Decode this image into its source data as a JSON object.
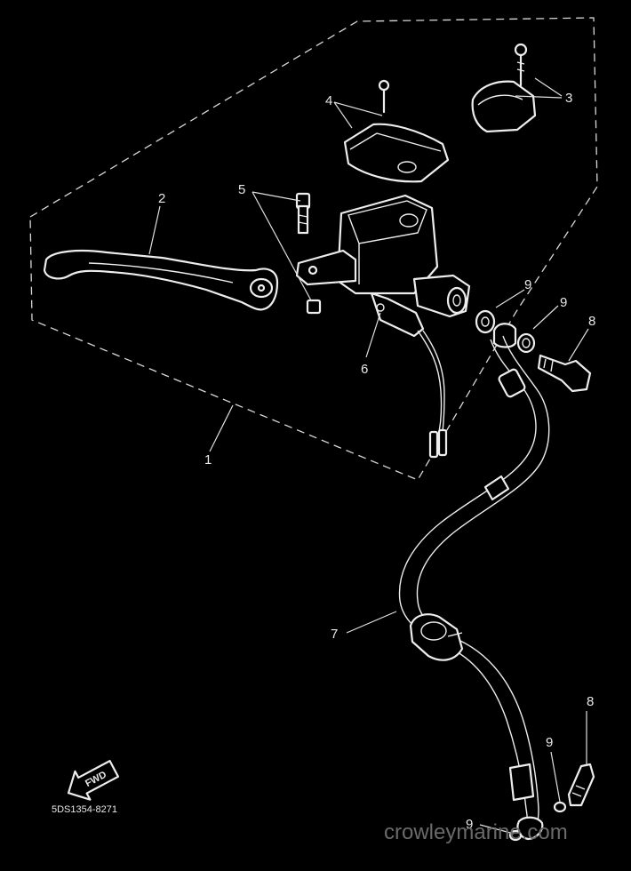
{
  "callouts": {
    "c1": "1",
    "c2": "2",
    "c3": "3",
    "c4": "4",
    "c5": "5",
    "c6": "6",
    "c7": "7",
    "c8a": "8",
    "c8b": "8",
    "c9a": "9",
    "c9b": "9",
    "c9c": "9",
    "c9d": "9"
  },
  "fwd_label": "FWD",
  "diagram_code": "5DS1354-8271",
  "watermark": "crowleymarine.com",
  "colors": {
    "background": "#000000",
    "line": "#ededed"
  }
}
